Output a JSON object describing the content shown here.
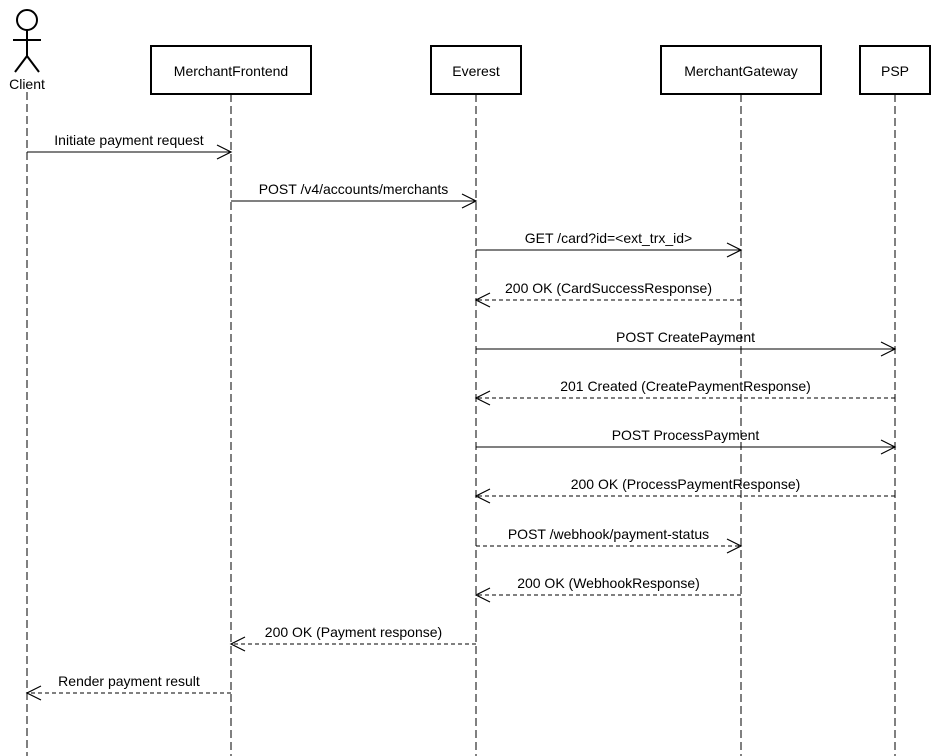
{
  "participants": [
    {
      "id": "client",
      "label": "Client",
      "kind": "actor"
    },
    {
      "id": "frontend",
      "label": "MerchantFrontend",
      "kind": "box"
    },
    {
      "id": "everest",
      "label": "Everest",
      "kind": "box"
    },
    {
      "id": "gateway",
      "label": "MerchantGateway",
      "kind": "box"
    },
    {
      "id": "psp",
      "label": "PSP",
      "kind": "box"
    }
  ],
  "messages": [
    {
      "from": "client",
      "to": "frontend",
      "label": "Initiate payment request",
      "style": "solid"
    },
    {
      "from": "frontend",
      "to": "everest",
      "label": "POST /v4/accounts/merchants",
      "style": "solid"
    },
    {
      "from": "everest",
      "to": "gateway",
      "label": "GET /card?id=<ext_trx_id>",
      "style": "solid"
    },
    {
      "from": "gateway",
      "to": "everest",
      "label": "200 OK (CardSuccessResponse)",
      "style": "dashed"
    },
    {
      "from": "everest",
      "to": "psp",
      "label": "POST CreatePayment",
      "style": "solid"
    },
    {
      "from": "psp",
      "to": "everest",
      "label": "201 Created (CreatePaymentResponse)",
      "style": "dashed"
    },
    {
      "from": "everest",
      "to": "psp",
      "label": "POST ProcessPayment",
      "style": "solid"
    },
    {
      "from": "psp",
      "to": "everest",
      "label": "200 OK (ProcessPaymentResponse)",
      "style": "dashed"
    },
    {
      "from": "everest",
      "to": "gateway",
      "label": "POST /webhook/payment-status",
      "style": "dashed"
    },
    {
      "from": "gateway",
      "to": "everest",
      "label": "200 OK (WebhookResponse)",
      "style": "dashed"
    },
    {
      "from": "everest",
      "to": "frontend",
      "label": "200 OK (Payment response)",
      "style": "dashed"
    },
    {
      "from": "frontend",
      "to": "client",
      "label": "Render payment result",
      "style": "dashed"
    }
  ]
}
